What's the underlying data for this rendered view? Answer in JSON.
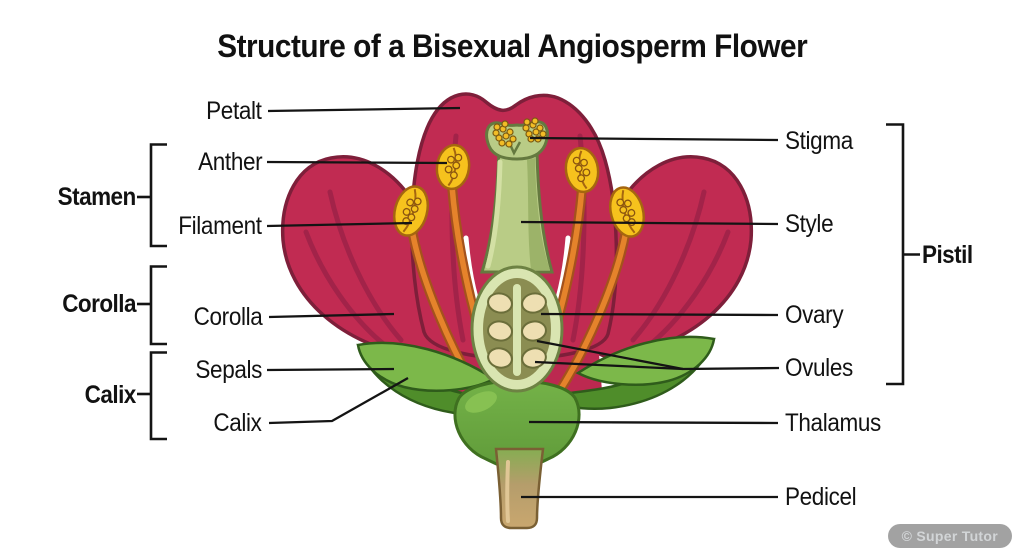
{
  "title": "Structure of a Bisexual Angiosperm Flower",
  "watermark": "© Super Tutor",
  "labels": {
    "petal": "Petalt",
    "anther": "Anther",
    "filament": "Filament",
    "corolla_part": "Corolla",
    "sepals": "Sepals",
    "calix_part": "Calix",
    "stigma": "Stigma",
    "style": "Style",
    "ovary": "Ovary",
    "ovules": "Ovules",
    "thalamus": "Thalamus",
    "pedicel": "Pedicel"
  },
  "groups": {
    "stamen": "Stamen",
    "corolla": "Corolla",
    "calix": "Calix",
    "pistil": "Pistil"
  },
  "colors": {
    "petal": "#c12b52",
    "petal_outline": "#7e1f3a",
    "petal_vein": "#a22349",
    "fan_base": "#bc2950",
    "fan_vein": "#95203f",
    "anther": "#f6c21d",
    "anther_outline": "#a5660f",
    "filament": "#e5832b",
    "filament_outline": "#a4521c",
    "pistil_light": "#b9cc86",
    "pistil_outline": "#65793f",
    "pistil_shade": "#9cb369",
    "ovary_rim": "#d9e5b1",
    "ovary_inner": "#8b8d52",
    "ovule": "#eedfb2",
    "sepal_light": "#7cb84a",
    "sepal_dark": "#4f8d2a",
    "sepal_outline": "#2f5c1b",
    "thalamus": "#6cab44",
    "thalamus_outline": "#3f7020",
    "pedicel_top": "#86ad52",
    "pedicel_bottom": "#c9a76f",
    "pedicel_outline": "#7a6034",
    "leader_line": "#141414",
    "text": "#121212",
    "watermark_bg": "#9b9b9b",
    "watermark_text": "#cfd2d4"
  }
}
